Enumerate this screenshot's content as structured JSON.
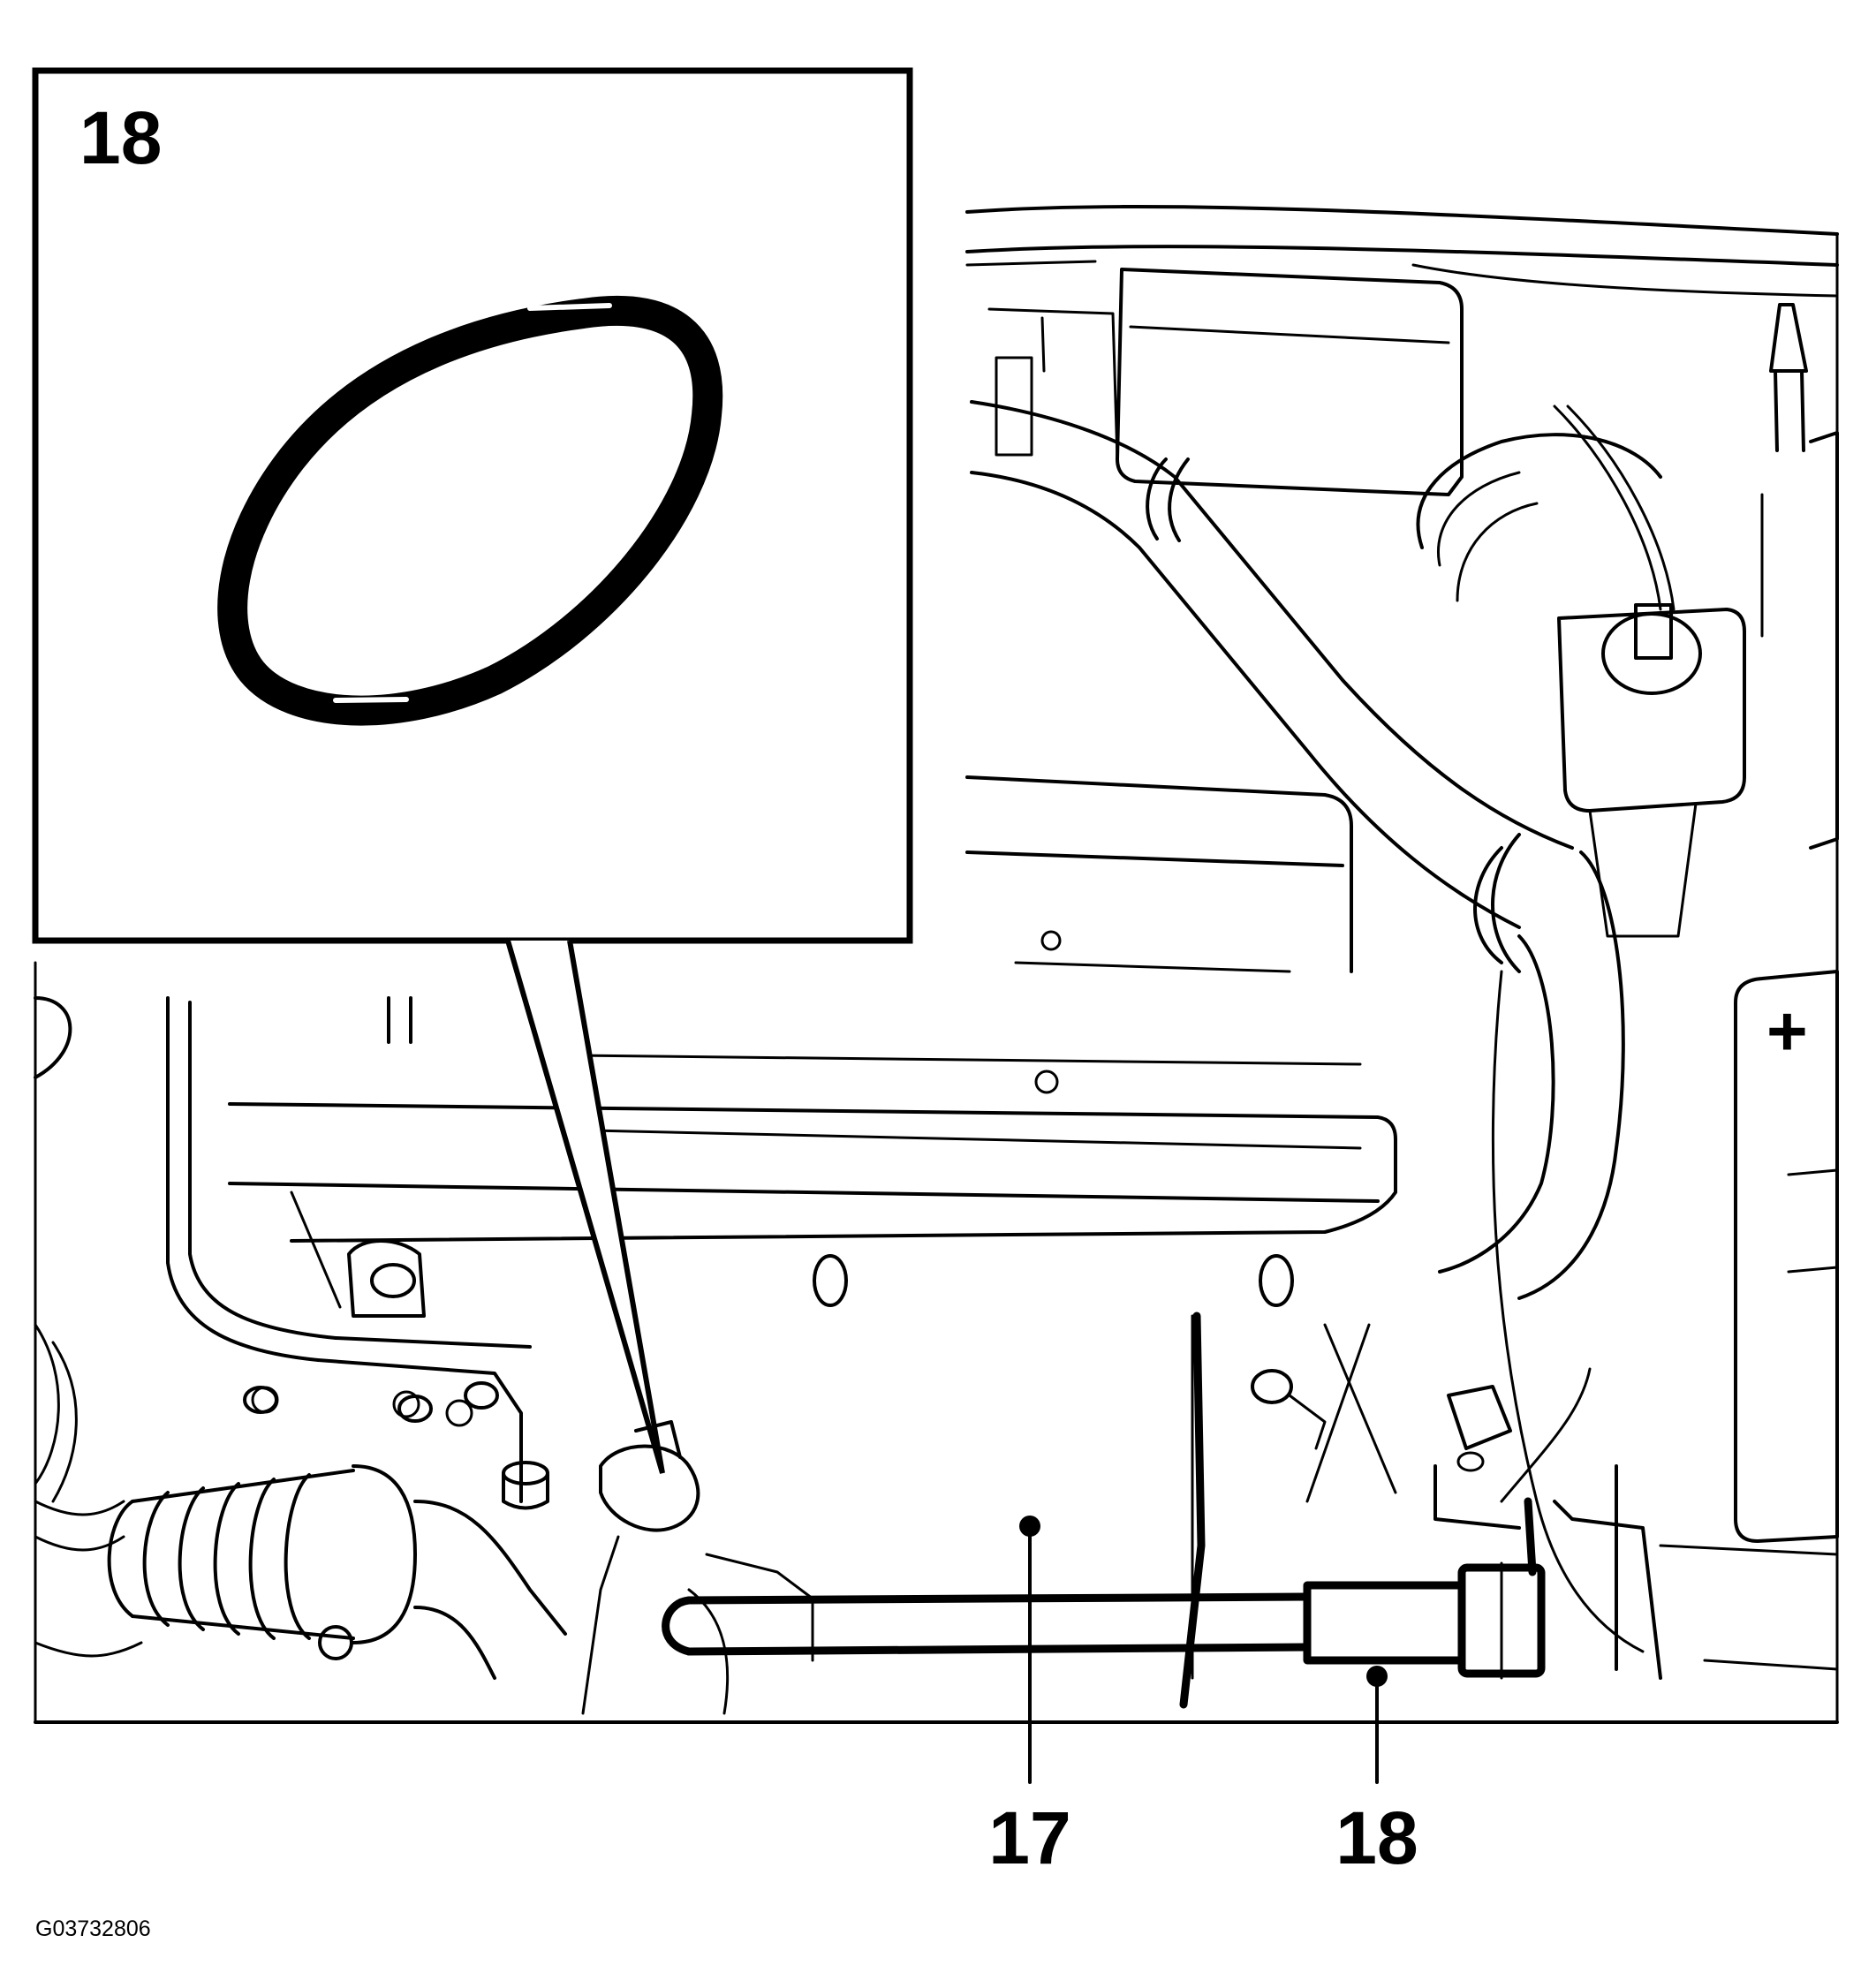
{
  "figure": {
    "inset_callout": "18",
    "callouts": [
      {
        "id": "17",
        "text": "17"
      },
      {
        "id": "18",
        "text": "18"
      }
    ],
    "figure_code": "G03732806"
  },
  "colors": {
    "line": "#000000",
    "background": "#ffffff"
  }
}
